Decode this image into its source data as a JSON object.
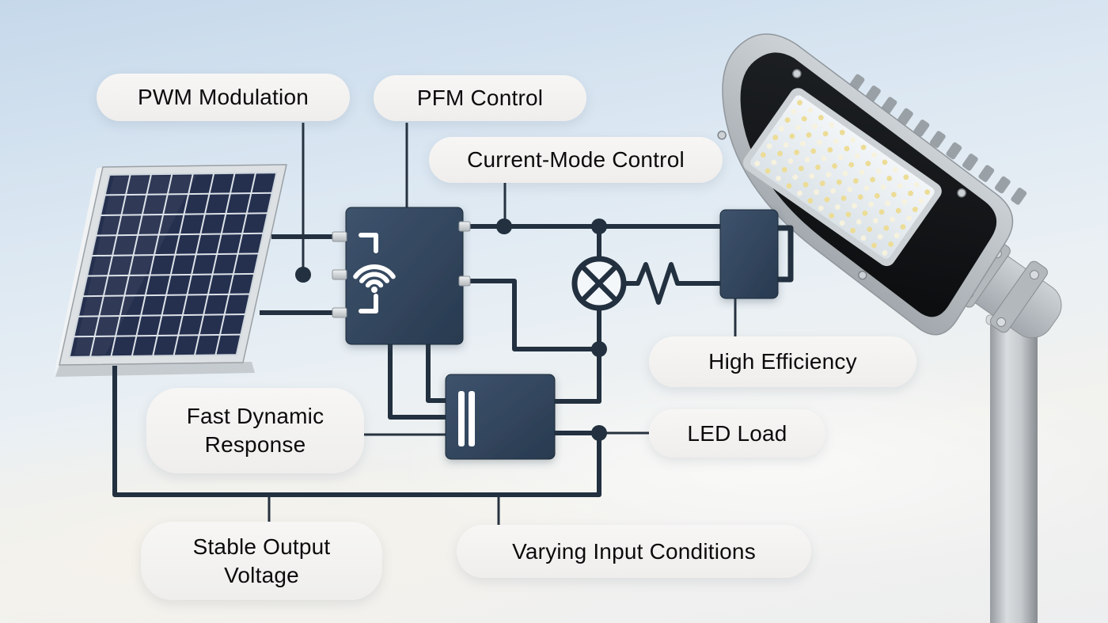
{
  "diagram": {
    "labels": {
      "pwm": "PWM Modulation",
      "pfm": "PFM Control",
      "current_mode": "Current-Mode Control",
      "high_efficiency": "High Efficiency",
      "led_load": "LED Load",
      "fast_dynamic": "Fast Dynamic Response",
      "stable_output": "Stable Output Voltage",
      "varying_input": "Varying Input Conditions"
    },
    "icons": {
      "controller": "wifi-signal-icon",
      "converter": "capacitor-bars-icon",
      "lamp": "crossed-circle-lamp-icon",
      "resistor": "zigzag-resistor-icon"
    },
    "colors": {
      "node_fill": "#31455d",
      "wire": "#22303f",
      "pill_background": "#f4f3f1",
      "pill_text": "#0b0b0c",
      "sky_top": "#c5d8ea",
      "sky_bottom": "#edeeef",
      "solar_cell": "#25304f",
      "led_warm": "#ecdc96"
    }
  }
}
